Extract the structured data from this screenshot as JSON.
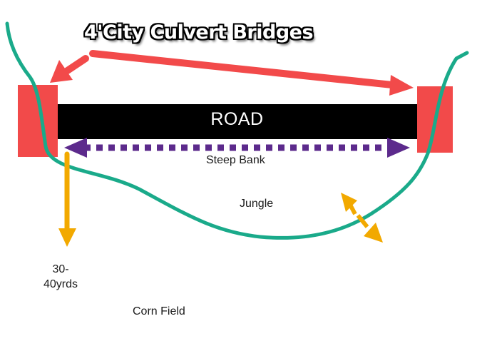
{
  "title": "4'City Culvert Bridges",
  "road_label": "ROAD",
  "bank_label": "Steep Bank",
  "jungle_label": "Jungle",
  "distance_line1": "30-",
  "distance_line2": "40yrds",
  "field_label": "Corn Field",
  "colors": {
    "culvert": "#f24a4a",
    "road": "#000000",
    "creek": "#1aaa8a",
    "bank_arrow": "#5c2a8c",
    "distance_arrow": "#f2a900",
    "title_arrow": "#f24a4a"
  }
}
